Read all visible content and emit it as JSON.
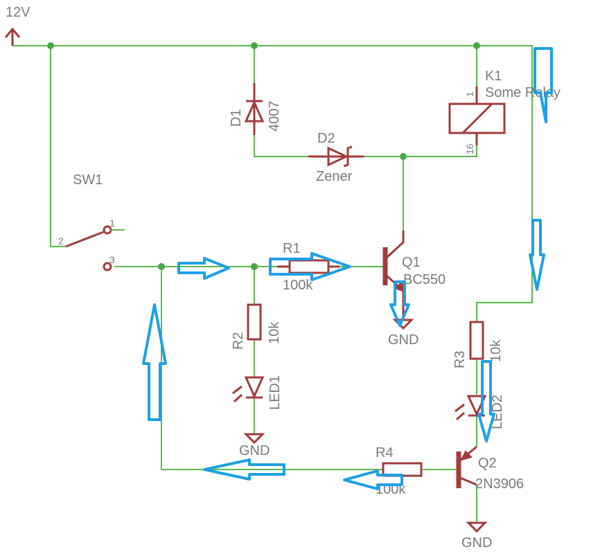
{
  "supply": {
    "label": "12V"
  },
  "switch": {
    "name": "SW1",
    "pin1": "1",
    "pin2": "2",
    "pin3": "3"
  },
  "d1": {
    "name": "D1",
    "value": "4007"
  },
  "d2": {
    "name": "D2",
    "value": "Zener"
  },
  "k1": {
    "name": "K1",
    "value": "Some Relay",
    "pin_top": "1",
    "pin_bottom": "16"
  },
  "r1": {
    "name": "R1",
    "value": "100k"
  },
  "r2": {
    "name": "R2",
    "value": "10k"
  },
  "r3": {
    "name": "R3",
    "value": "10k"
  },
  "r4": {
    "name": "R4",
    "value": "100k"
  },
  "q1": {
    "name": "Q1",
    "value": "BC550"
  },
  "q2": {
    "name": "Q2",
    "value": "2N3906"
  },
  "led1": {
    "name": "LED1"
  },
  "led2": {
    "name": "LED2"
  },
  "gnd": {
    "q1": "GND",
    "r2": "GND",
    "q2": "GND"
  },
  "colors": {
    "wire": "#5cb84a",
    "part": "#a23b3b",
    "arrow": "#1ea0e6",
    "text": "#7a7a7a"
  }
}
